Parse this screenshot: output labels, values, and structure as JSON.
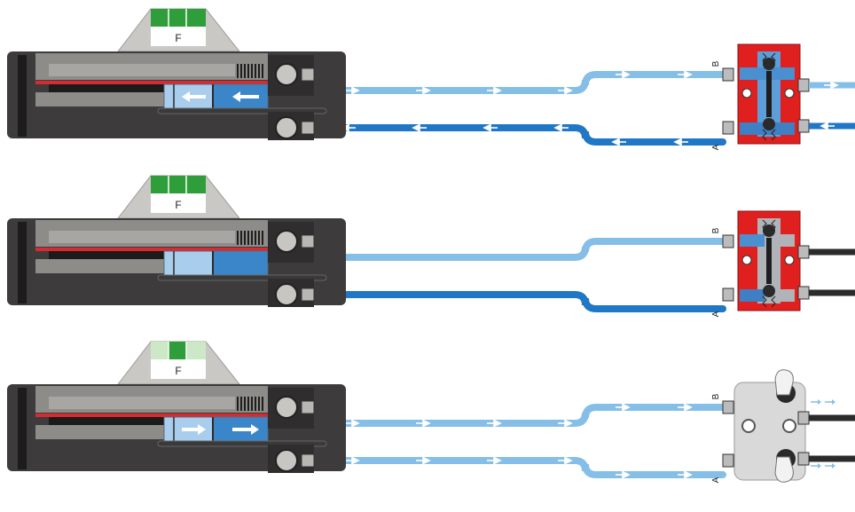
{
  "colors": {
    "body_dark": "#3d3b3c",
    "body_gray": "#8e8c89",
    "jaw_gray": "#c9c8c4",
    "rail_red": "#d62b30",
    "tube_light": "#85bfe8",
    "tube_dark": "#1f77c5",
    "block_red": "#e0201f",
    "block_gray": "#d9d9d9",
    "grip_green": "#2f9e3a",
    "grip_green_light": "#cde8c7",
    "hose_black": "#2b2b2b"
  },
  "panels": [
    {
      "name": "panel-1",
      "force_label": "F",
      "grip_state": "full",
      "piston_arrows": "left",
      "top_line": "light",
      "bottom_line": "dark",
      "flow_top": "right",
      "flow_bottom": "left",
      "valve_style": "red-open",
      "port_b_label": "B",
      "port_a_label": "A",
      "right_lines": "blue"
    },
    {
      "name": "panel-2",
      "force_label": "F",
      "grip_state": "full",
      "piston_arrows": "none",
      "top_line": "light",
      "bottom_line": "dark",
      "flow_top": "none",
      "flow_bottom": "none",
      "valve_style": "red-closed",
      "port_b_label": "B",
      "port_a_label": "A",
      "right_lines": "black"
    },
    {
      "name": "panel-3",
      "force_label": "F",
      "grip_state": "partial",
      "piston_arrows": "right",
      "top_line": "light",
      "bottom_line": "light",
      "flow_top": "right",
      "flow_bottom": "right",
      "valve_style": "gray-manual",
      "port_b_label": "B",
      "port_a_label": "A",
      "right_lines": "black"
    }
  ]
}
